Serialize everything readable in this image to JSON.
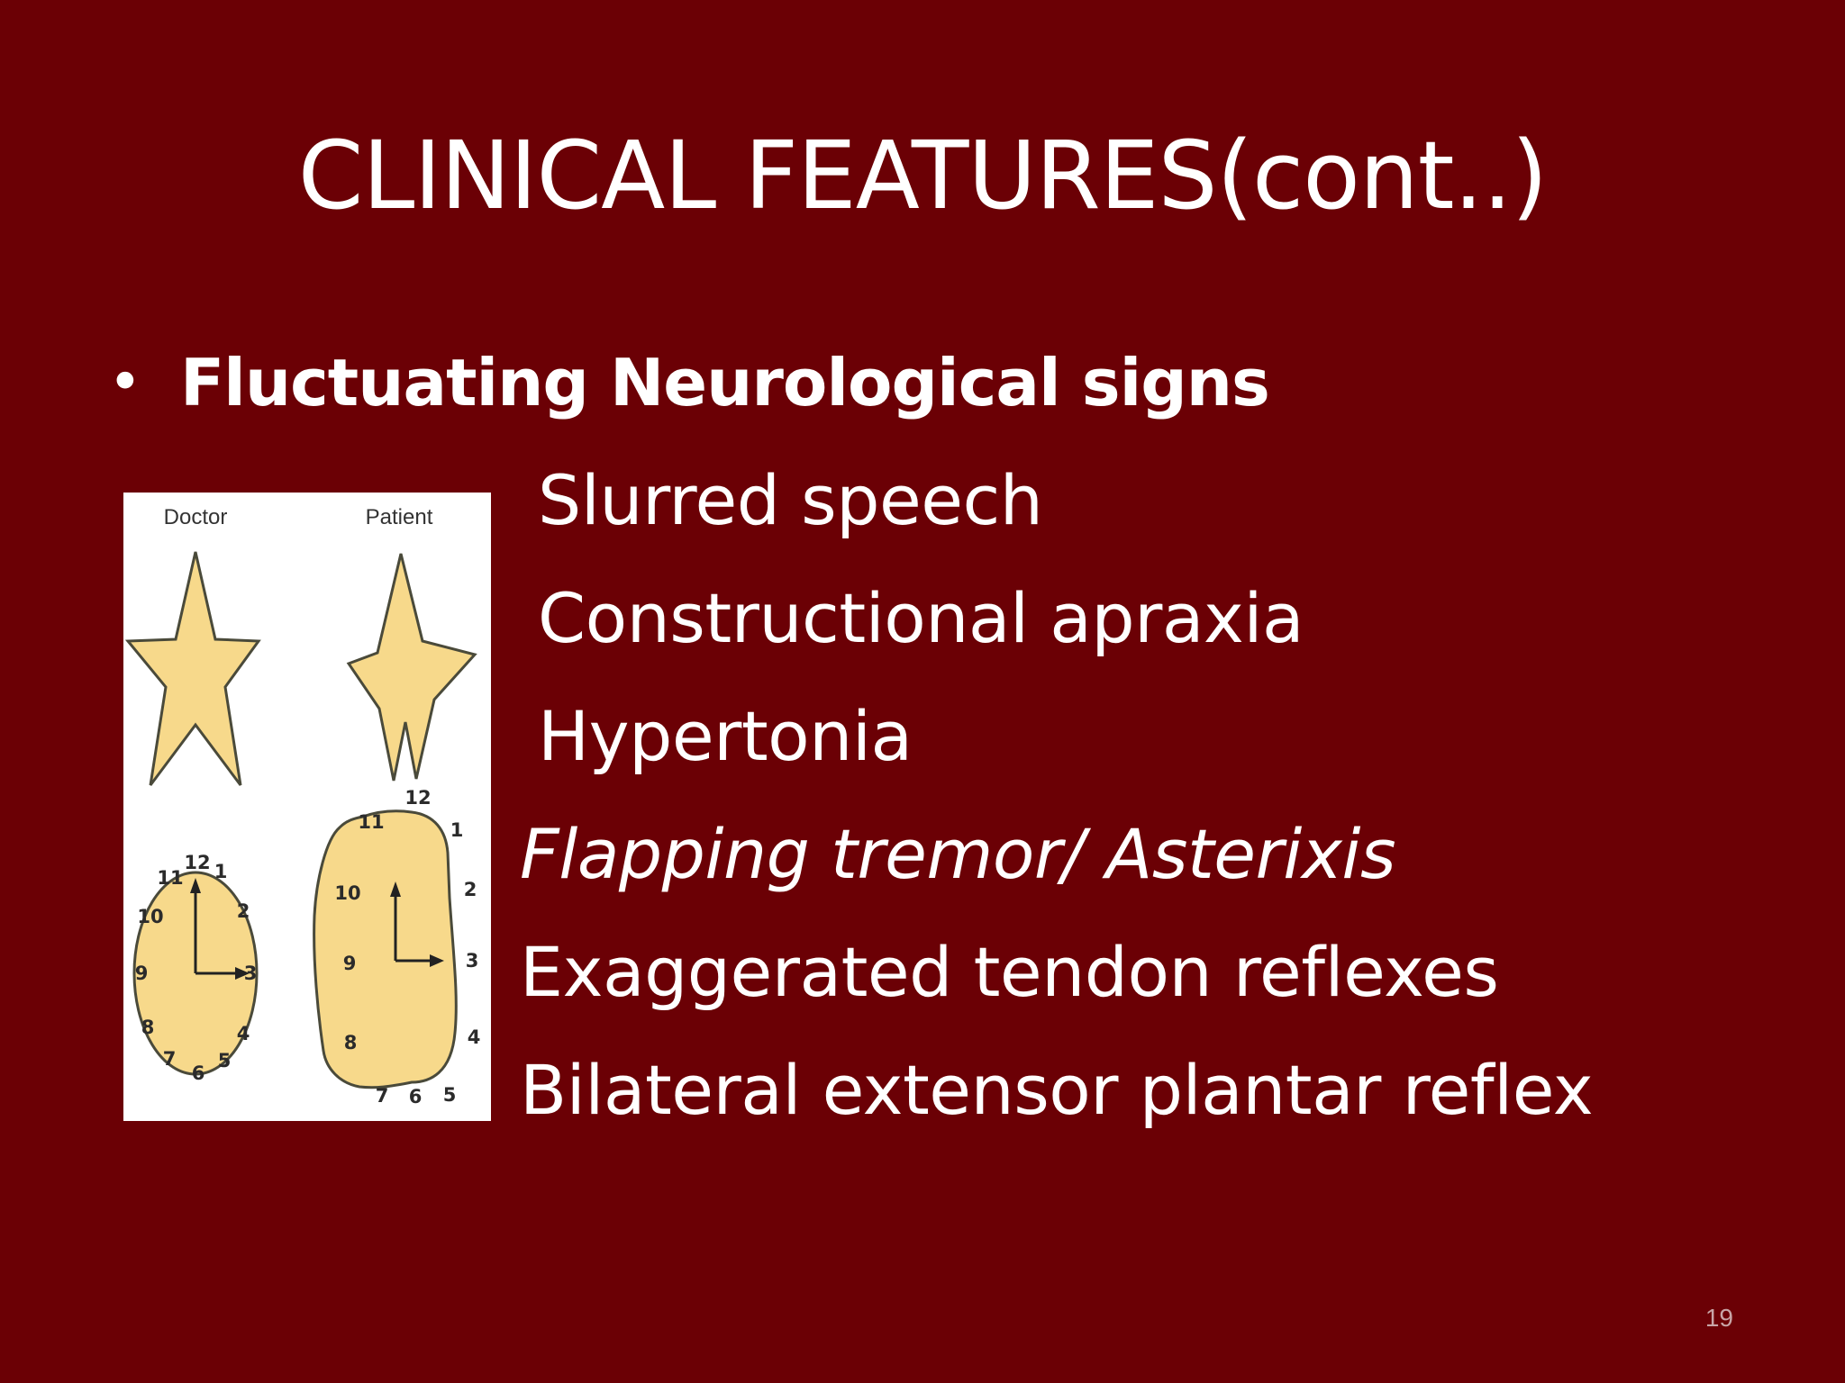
{
  "slide": {
    "title": "CLINICAL FEATURES(cont..)",
    "bullet": "Fluctuating Neurological signs",
    "signs": [
      {
        "text": "Slurred speech",
        "italic": false
      },
      {
        "text": "Constructional apraxia",
        "italic": false
      },
      {
        "text": "Hypertonia",
        "italic": false
      },
      {
        "text": "Flapping tremor/ Asterixis",
        "italic": true
      },
      {
        "text": "Exaggerated tendon reflexes",
        "italic": false
      },
      {
        "text": "Bilateral extensor plantar reflex",
        "italic": false
      }
    ],
    "page_number": "19"
  },
  "figure": {
    "doctor_label": "Doctor",
    "patient_label": "Patient",
    "doctor_clock_numbers": [
      "12",
      "1",
      "2",
      "3",
      "4",
      "5",
      "6",
      "7",
      "8",
      "9",
      "10",
      "11"
    ],
    "patient_clock_numbers": [
      "12",
      "1",
      "2",
      "3",
      "4",
      "5",
      "6",
      "7",
      "8",
      "9",
      "10",
      "11"
    ]
  },
  "colors": {
    "background": "#6b0005",
    "text": "#ffffff",
    "shape_fill": "#f7d98b",
    "shape_stroke": "#4a4a3a"
  }
}
